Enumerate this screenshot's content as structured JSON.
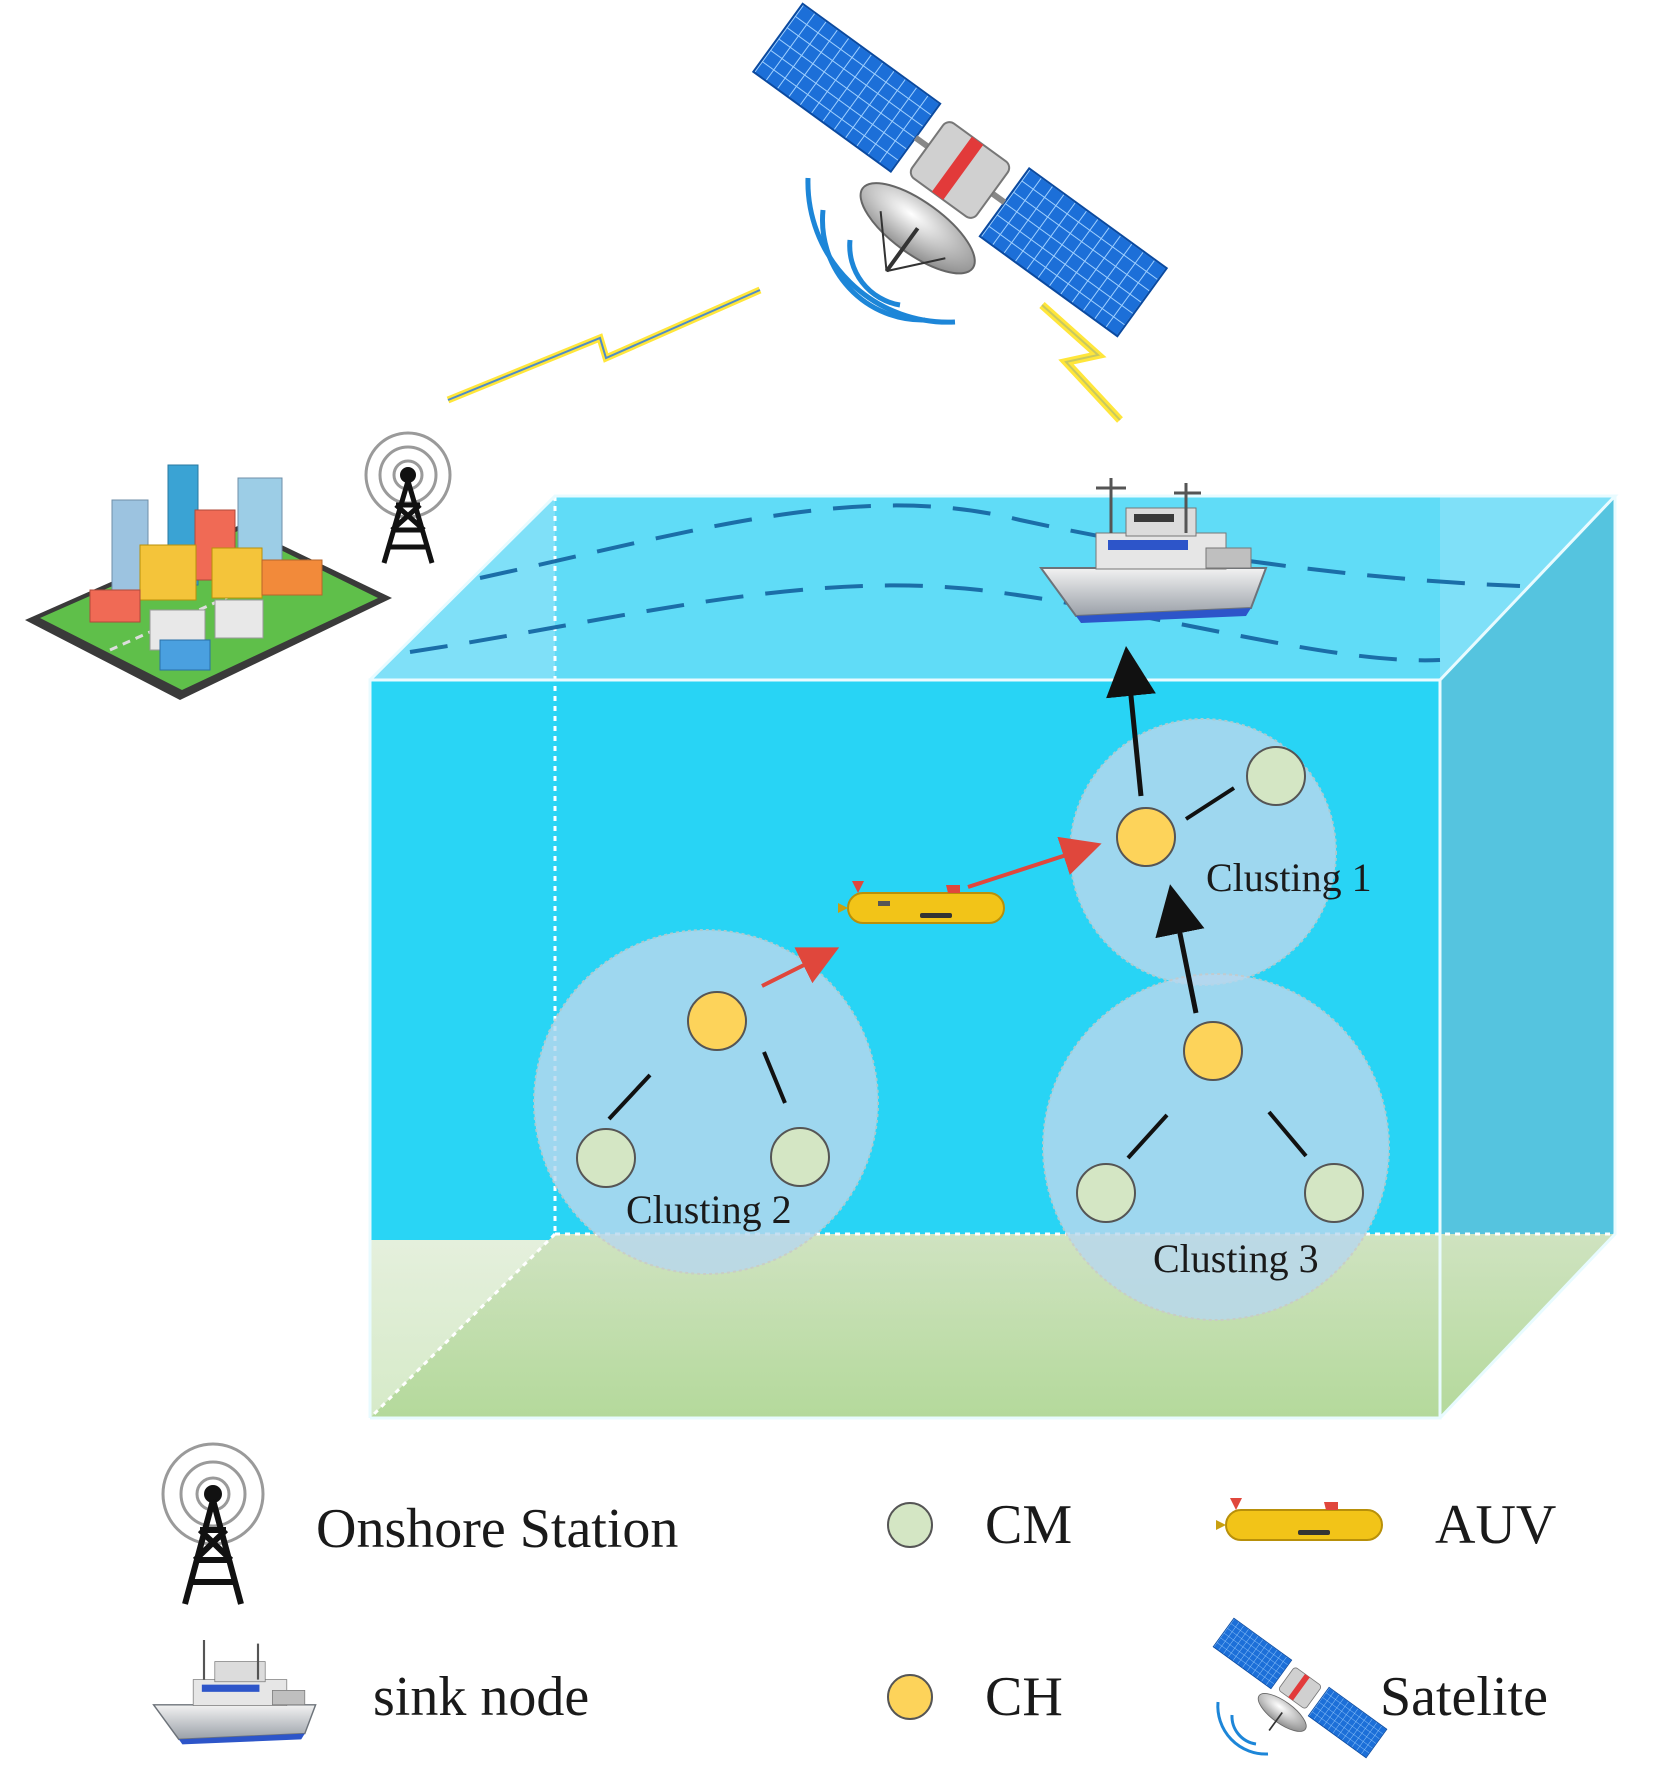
{
  "clusters": [
    {
      "label": "Clusting 1"
    },
    {
      "label": "Clusting 2"
    },
    {
      "label": "Clusting 3"
    }
  ],
  "legend": {
    "onshore_station": "Onshore Station",
    "cm": "CM",
    "auv": "AUV",
    "sink_node": "sink node",
    "ch": "CH",
    "satellite": "Satelite"
  },
  "colors": {
    "water_front": "#29d5f5",
    "water_top": "#7fe0f8",
    "water_side": "#55c4df",
    "seabed": "#b9dba8",
    "cluster_fill": "#b8d8ee",
    "cm_node": "#d4e6c4",
    "ch_node": "#fdd35a",
    "auv_body": "#f2c418",
    "red_arrow": "#e0473c",
    "satellite_panel": "#1c6fd8",
    "radio_wave": "#1d86d8"
  }
}
